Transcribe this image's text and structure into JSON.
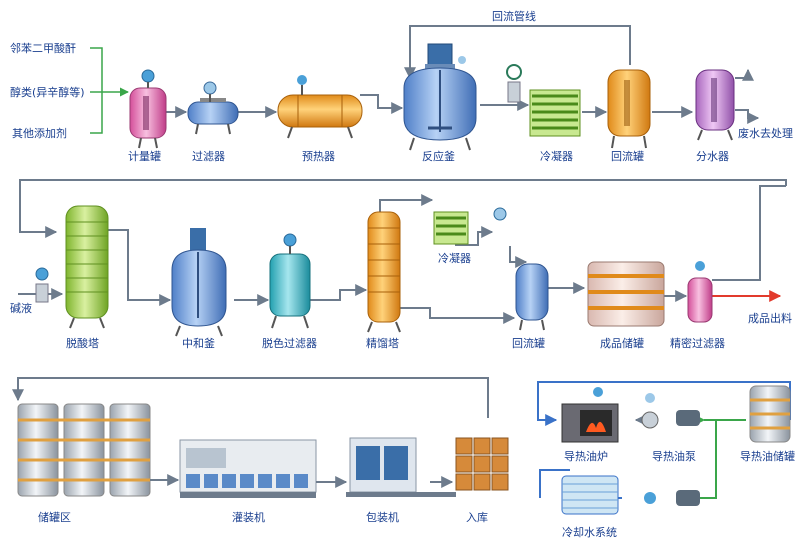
{
  "inputs": {
    "phthalic_anhydride": "邻苯二甲酸酐",
    "alcohols": "醇类(异辛醇等)",
    "additives": "其他添加剂",
    "alkali": "碱液"
  },
  "pipes": {
    "reflux_line": "回流管线"
  },
  "row1": {
    "metering_tank": "计量罐",
    "filter": "过滤器",
    "preheater": "预热器",
    "reactor": "反应釜",
    "condenser": "冷凝器",
    "reflux_tank": "回流罐",
    "water_separator": "分水器",
    "waste_water": "废水去处理"
  },
  "row2": {
    "deacid_tower": "脱酸塔",
    "neutralizer": "中和釜",
    "decolor_filter": "脱色过滤器",
    "distill_tower": "精馏塔",
    "condenser": "冷凝器",
    "reflux_tank": "回流罐",
    "product_storage": "成品储罐",
    "precision_filter": "精密过滤器",
    "product_out": "成品出料"
  },
  "row3": {
    "tank_farm": "储罐区",
    "filling": "灌装机",
    "packing": "包装机",
    "warehouse": "入库"
  },
  "utility": {
    "furnace": "导热油炉",
    "oil_pump": "导热油泵",
    "oil_storage": "导热油储罐",
    "cooling": "冷却水系统"
  },
  "colors": {
    "pipe": "#6d7b8c",
    "arrow_green": "#3aa64a",
    "arrow_red": "#e23a2c",
    "label": "#1a3f8f",
    "vessel_blue": "#7aa7e0",
    "vessel_orange": "#f0a030",
    "vessel_green": "#a5cf4a",
    "vessel_purple": "#c98ad6",
    "vessel_teal": "#3fb8c6"
  }
}
